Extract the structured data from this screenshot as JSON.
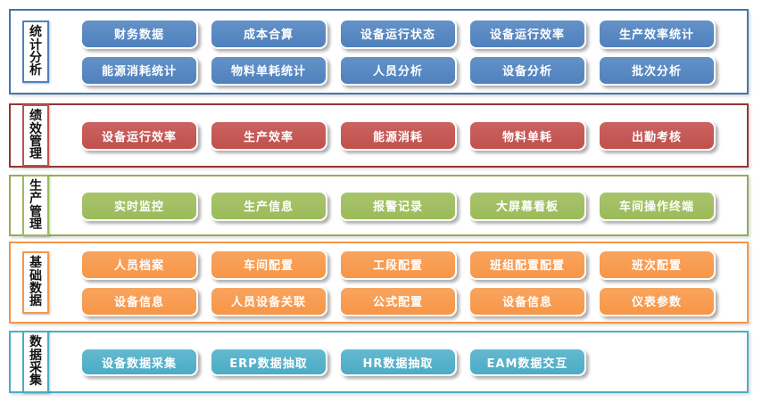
{
  "diagram": {
    "background": "#ffffff",
    "sections": [
      {
        "name": "statistics-analysis",
        "label": "统计分析",
        "accent_color": "#4f81bd",
        "band_border_color": "#4576ad",
        "rows": [
          [
            "财务数据",
            "成本合算",
            "设备运行状态",
            "设备运行效率",
            "生产效率统计"
          ],
          [
            "能源消耗统计",
            "物料单耗统计",
            "人员分析",
            "设备分析",
            "批次分析"
          ]
        ]
      },
      {
        "name": "performance-management",
        "label": "绩效管理",
        "accent_color": "#c0504d",
        "band_border_color": "#963634",
        "rows": [
          [
            "设备运行效率",
            "生产效率",
            "能源消耗",
            "物料单耗",
            "出勤考核"
          ]
        ]
      },
      {
        "name": "production-management",
        "label": "生产管理",
        "accent_color": "#9bbb59",
        "band_border_color": "#94ad58",
        "rows": [
          [
            "实时监控",
            "生产信息",
            "报警记录",
            "大屏幕看板",
            "车间操作终端"
          ]
        ]
      },
      {
        "name": "base-data",
        "label": "基础数据",
        "accent_color": "#f79646",
        "band_border_color": "#f79646",
        "rows": [
          [
            "人员档案",
            "车间配置",
            "工段配置",
            "班组配置配置",
            "班次配置"
          ],
          [
            "设备信息",
            "人员设备关联",
            "公式配置",
            "设备信息",
            "仪表参数"
          ]
        ]
      },
      {
        "name": "data-collection",
        "label": "数据采集",
        "accent_color": "#4bacc6",
        "band_border_color": "#4bacc6",
        "rows": [
          [
            "设备数据采集",
            "ERP数据抽取",
            "HR数据抽取",
            "EAM数据交互"
          ]
        ]
      }
    ]
  }
}
